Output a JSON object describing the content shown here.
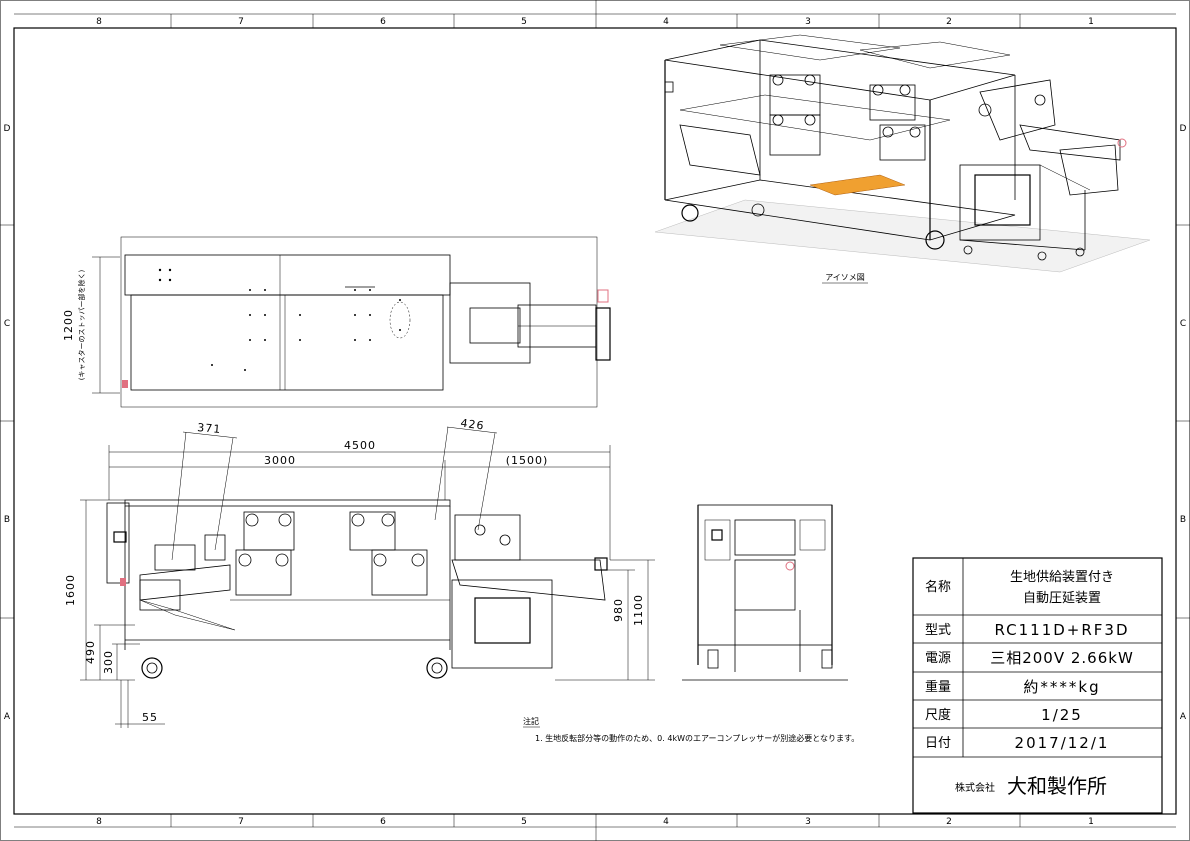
{
  "zones_top": [
    "8",
    "7",
    "6",
    "5",
    "4",
    "3",
    "2",
    "1"
  ],
  "zones_side": [
    "D",
    "C",
    "B",
    "A"
  ],
  "views": {
    "iso_caption": "アイソメ図",
    "plan_dim_height": "1200",
    "plan_dim_note": "(キャスターのストッパー部を除く)",
    "front_dims": {
      "overall": "4500",
      "section_main": "3000",
      "section_ext": "(1500)",
      "callout_left": "371",
      "callout_right": "426",
      "height_total": "1600",
      "height_lower": "490",
      "height_caster": "300",
      "offset_bottom": "55",
      "height_table": "980",
      "height_table_max": "1100"
    }
  },
  "notes": {
    "heading": "注記",
    "item_1": "1. 生地反転部分等の動作のため、0. 4kWのエアーコンプレッサーが別途必要となります。"
  },
  "title_block": {
    "rows": [
      {
        "label": "名称",
        "value_lines": [
          "生地供給装置付き",
          "自動圧延装置"
        ]
      },
      {
        "label": "型式",
        "value_lines": [
          "RC111D+RF3D"
        ]
      },
      {
        "label": "電源",
        "value_lines": [
          "三相200V 2.66kW"
        ]
      },
      {
        "label": "重量",
        "value_lines": [
          "約****kg"
        ]
      },
      {
        "label": "尺度",
        "value_lines": [
          "1/25"
        ]
      },
      {
        "label": "日付",
        "value_lines": [
          "2017/12/1"
        ]
      }
    ],
    "company_prefix": "株式会社",
    "company_name": "大和製作所"
  }
}
